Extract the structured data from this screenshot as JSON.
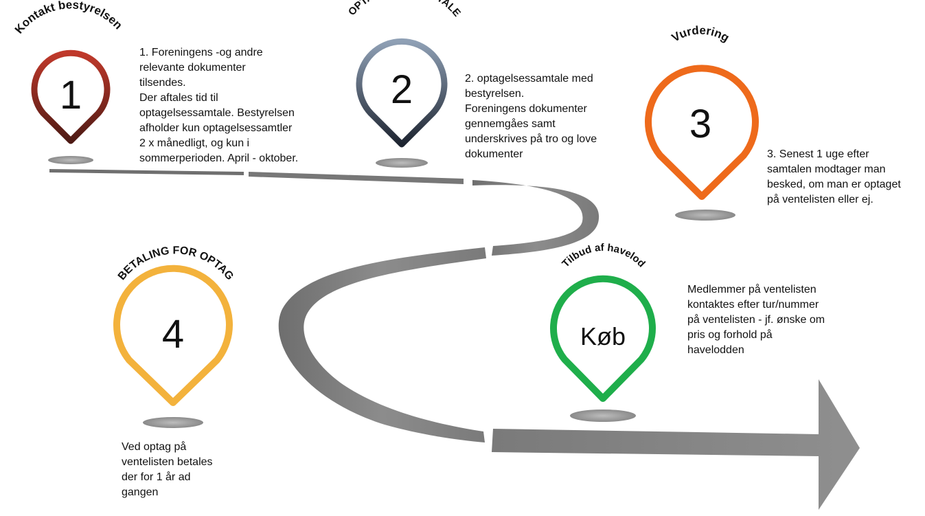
{
  "steps": [
    {
      "pin_label": "1",
      "title": "Kontakt bestyrelsen",
      "color": "#c0392b",
      "description": "1. Foreningens -og andre\nrelevante dokumenter\ntilsendes.\nDer aftales tid til\noptagelsessamtale. Bestyrelsen\nafholder kun optagelsessamtler\n2 x månedligt, og kun i\nsommerperioden. April - oktober."
    },
    {
      "pin_label": "2",
      "title": "OPTAGELSESSAMTALE",
      "color": "#7d8ea3",
      "description": "2. optagelsessamtale med\nbestyrelsen.\nForeningens dokumenter\ngennemgåes samt\nunderskrives på tro og love\ndokumenter"
    },
    {
      "pin_label": "3",
      "title": "Vurdering",
      "color": "#ee6a1b",
      "description": "3. Senest 1 uge efter\nsamtalen modtager man\nbesked, om man er optaget\npå ventelisten eller ej."
    },
    {
      "pin_label": "4",
      "title": "BETALING FOR OPTAG",
      "color": "#f3b23c",
      "description": "Ved optag på\nventelisten betales\nder for 1 år ad\ngangen"
    },
    {
      "pin_label": "Køb",
      "title": "Tilbud af havelod",
      "color": "#1fae4b",
      "description": "Medlemmer på ventelisten\nkontaktes efter tur/nummer\npå ventelisten - jf. ønske om\npris og forhold på\nhavelodden"
    }
  ]
}
